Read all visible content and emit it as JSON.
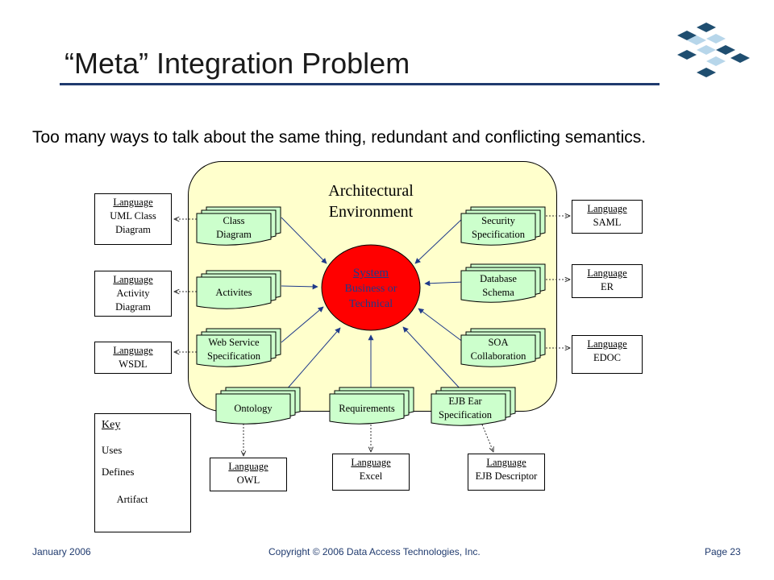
{
  "slide": {
    "title": "“Meta” Integration Problem",
    "subtitle": "Too many ways to talk about the same thing, redundant and conflicting semantics."
  },
  "environment": {
    "title_line1": "Architectural",
    "title_line2": "Environment",
    "fill_color": "#ffffcc"
  },
  "system": {
    "heading": "System",
    "line1": "Business or",
    "line2": "Technical",
    "fill_color": "#ff0000"
  },
  "artifacts": {
    "class_diagram": [
      "Class",
      "Diagram"
    ],
    "activites": [
      "Activites"
    ],
    "web_service": [
      "Web Service",
      "Specification"
    ],
    "ontology": [
      "Ontology"
    ],
    "requirements": [
      "Requirements"
    ],
    "ejb_ear": [
      "EJB Ear",
      "Specification"
    ],
    "security": [
      "Security",
      "Specification"
    ],
    "database": [
      "Database",
      "Schema"
    ],
    "soa": [
      "SOA",
      "Collaboration"
    ],
    "fill_color": "#ccffcc"
  },
  "languages": {
    "uml": {
      "heading": "Language",
      "lines": [
        "UML Class",
        "Diagram"
      ]
    },
    "activity": {
      "heading": "Language",
      "lines": [
        "Activity",
        "Diagram"
      ]
    },
    "wsdl": {
      "heading": "Language",
      "lines": [
        "WSDL"
      ]
    },
    "saml": {
      "heading": "Language",
      "lines": [
        "SAML"
      ]
    },
    "er": {
      "heading": "Language",
      "lines": [
        "ER"
      ]
    },
    "edoc": {
      "heading": "Language",
      "lines": [
        "EDOC"
      ]
    },
    "owl": {
      "heading": "Language",
      "lines": [
        "OWL"
      ]
    },
    "excel": {
      "heading": "Language",
      "lines": [
        "Excel"
      ]
    },
    "ejb": {
      "heading": "Language",
      "lines": [
        "EJB Descriptor"
      ]
    }
  },
  "key": {
    "heading": "Key",
    "uses": "Uses",
    "defines": "Defines",
    "artifact": "Artifact"
  },
  "footer": {
    "date": "January 2006",
    "copyright": "Copyright © 2006 Data Access Technologies, Inc.",
    "page": "Page 23"
  },
  "colors": {
    "accent": "#1f3a6e",
    "logo_dark": "#1f4e70",
    "logo_light": "#b7d6ea",
    "arrow_defines": "#1f3a8a"
  }
}
